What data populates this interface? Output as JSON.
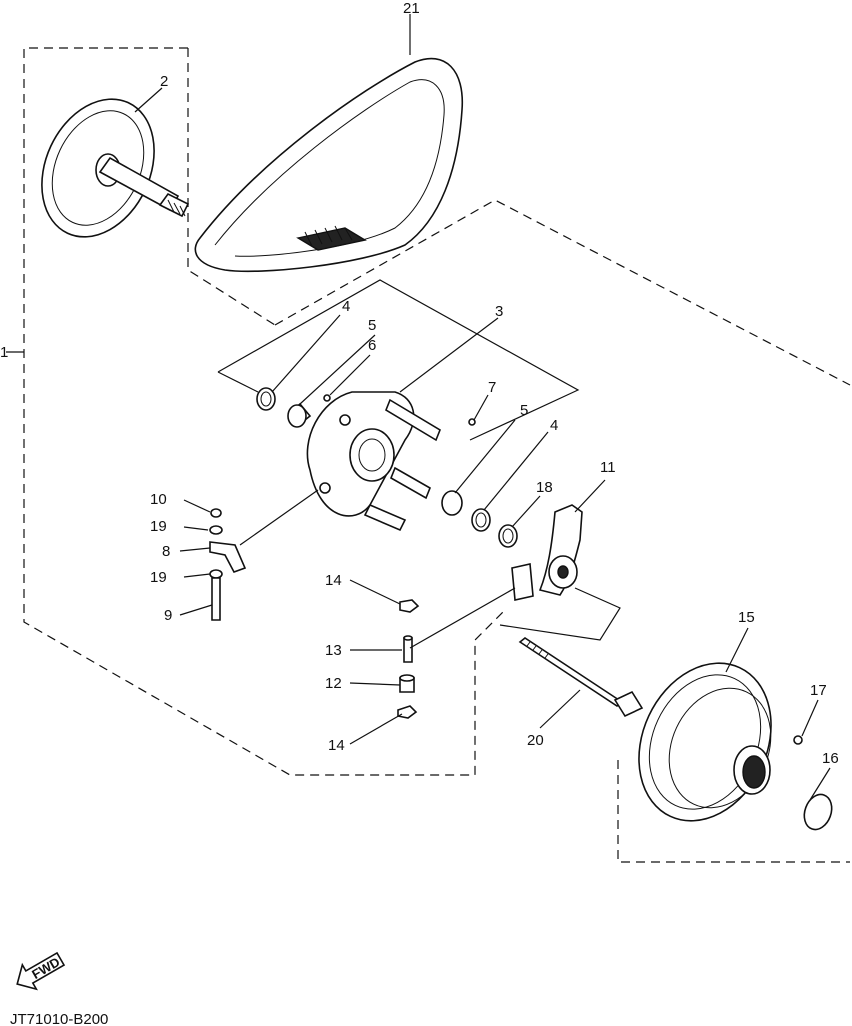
{
  "diagram": {
    "callouts": {
      "c1": "1",
      "c2": "2",
      "c3": "3",
      "c4a": "4",
      "c4b": "4",
      "c5a": "5",
      "c5b": "5",
      "c6": "6",
      "c7": "7",
      "c8": "8",
      "c9": "9",
      "c10": "10",
      "c11": "11",
      "c12": "12",
      "c13": "13",
      "c14a": "14",
      "c14b": "14",
      "c15": "15",
      "c16": "16",
      "c17": "17",
      "c18": "18",
      "c19a": "19",
      "c19b": "19",
      "c20": "20",
      "c21": "21"
    },
    "fwd_label": "FWD",
    "drawing_code": "JT71010-B200"
  }
}
